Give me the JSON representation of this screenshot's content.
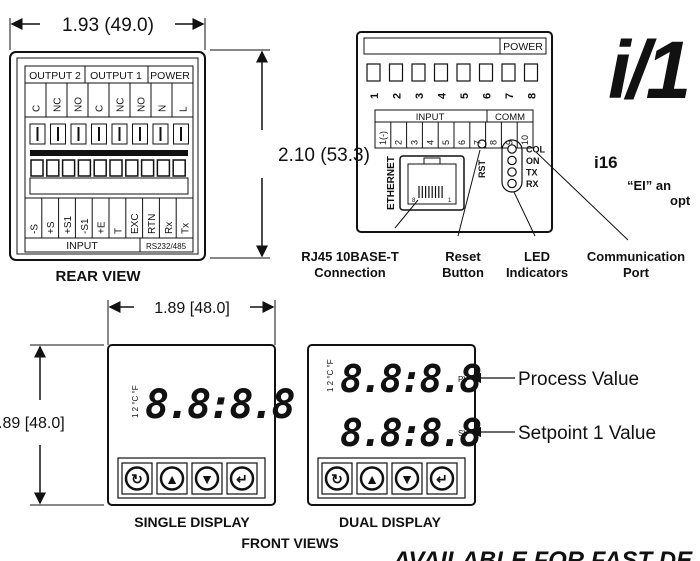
{
  "rear": {
    "width_dim": "1.93 (49.0)",
    "height_dim": "2.10 (53.3)",
    "top_groups": [
      "OUTPUT 2",
      "OUTPUT 1",
      "POWER"
    ],
    "top_terminals": [
      "C",
      "NC",
      "NO",
      "C",
      "NC",
      "NO",
      "N",
      "L"
    ],
    "bottom_terminals": [
      "-S",
      "+S",
      "+S1",
      "-S1",
      "+E",
      "T",
      "EXC",
      "RTN",
      "Rx",
      "Tx"
    ],
    "input_label": "INPUT",
    "rs_label": "RS232/485",
    "caption": "REAR VIEW"
  },
  "mid": {
    "power_label": "POWER",
    "top_pins": [
      "1",
      "2",
      "3",
      "4",
      "5",
      "6",
      "7",
      "8"
    ],
    "input_label": "INPUT",
    "comm_label": "COMM",
    "bottom_pins": [
      "1(-)",
      "2",
      "3",
      "4",
      "5",
      "6",
      "7",
      "8",
      "9",
      "10"
    ],
    "ethernet_label": "ETHERNET",
    "rst_label": "RST",
    "port_pin_left": "8",
    "port_pin_right": "1",
    "led_labels": [
      "COL",
      "ON",
      "TX",
      "RX"
    ],
    "callouts": {
      "rj45_line1": "RJ45 10BASE-T",
      "rj45_line2": "Connection",
      "reset_line1": "Reset",
      "reset_line2": "Button",
      "led_line1": "LED",
      "led_line2": "Indicators",
      "comm_line1": "Communication",
      "comm_line2": "Port"
    }
  },
  "right": {
    "logo": "i/1",
    "model": "i16",
    "note_line1": "“EI” an",
    "note_line2": "opt"
  },
  "front": {
    "width_dim": "1.89 [48.0]",
    "height_dim": ".89 [48.0]",
    "single_digits": "8.8:8.8",
    "single_indicator": "1 2 °C °F",
    "dual_top_digits": "8.8:8.8",
    "dual_bottom_digits": "8.8:8.8",
    "pv_tag": "PV",
    "sv_tag": "SV",
    "process_value": "Process Value",
    "setpoint_value": "Setpoint 1 Value",
    "single_caption": "SINGLE DISPLAY",
    "dual_caption": "DUAL DISPLAY",
    "front_caption": "FRONT VIEWS",
    "banner": "AVAILABLE FOR FAST DE"
  }
}
